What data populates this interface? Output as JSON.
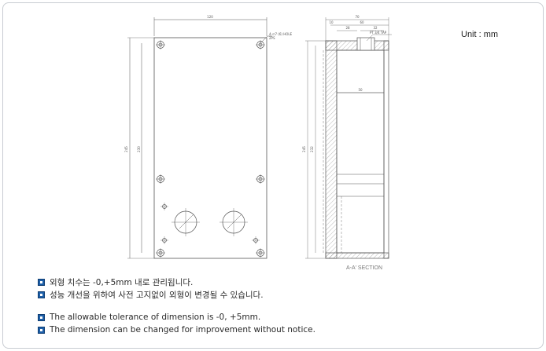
{
  "unit_label": "Unit : mm",
  "front_view": {
    "width_dim": "120",
    "height_outer_dim": "245",
    "height_inner_dim": "230",
    "hole_note_line1": "4-∅7 (6) HOLE",
    "hole_note_line2": "2PS"
  },
  "section_view": {
    "caption": "A-A' SECTION",
    "top_dim": "70",
    "dim_60": "60",
    "dim_28": "28",
    "dim_32": "32",
    "dim_50": "50",
    "dim_10": "10",
    "tap_note": "PT 3/4 TAP",
    "height_outer_dim": "245",
    "height_inner_dim": "232"
  },
  "notes_ko": [
    "외형 치수는 -0,+5mm 내로 관리됩니다.",
    "성능 개선을 위하여 사전 고지없이 외형이 변경될 수 있습니다."
  ],
  "notes_en": [
    "The allowable tolerance of dimension is -0, +5mm.",
    "The dimension can be changed for improvement without notice."
  ],
  "colors": {
    "bullet": "#1d5fa8",
    "frame": "#c8ccd2",
    "line": "#555555"
  }
}
